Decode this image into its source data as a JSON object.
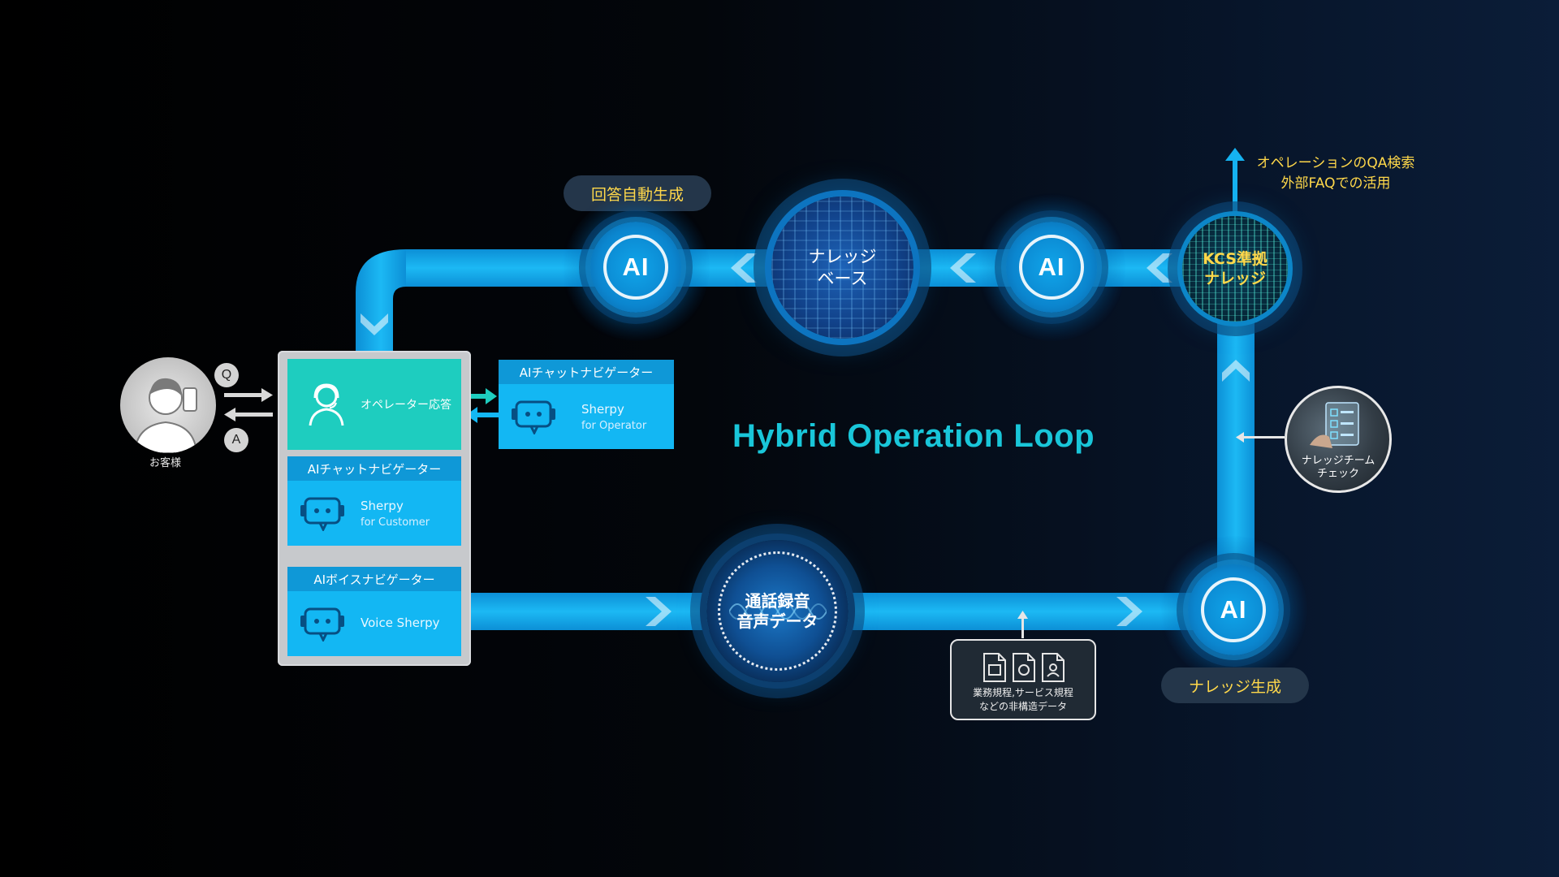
{
  "title": "Hybrid Operation Loop",
  "customer": {
    "label": "お客様",
    "q": "Q",
    "a": "A"
  },
  "operator_panel": {
    "operator_label": "オペレーター応答",
    "chat_nav_customer_head": "AIチャットナビゲーター",
    "sherpy_customer_name": "Sherpy",
    "sherpy_customer_sub": "for Customer",
    "voice_nav_head": "AIボイスナビゲーター",
    "voice_sherpy_name": "Voice Sherpy"
  },
  "operator_nav": {
    "head": "AIチャットナビゲーター",
    "name": "Sherpy",
    "sub": "for Operator"
  },
  "nodes": {
    "ai_label": "AI",
    "answer_auto": "回答自動生成",
    "knowledge_base_line1": "ナレッジ",
    "knowledge_base_line2": "ベース",
    "kcs_line1": "KCS準拠",
    "kcs_line2": "ナレッジ",
    "voice_line1": "通話録音",
    "voice_line2": "音声データ",
    "knowledge_gen": "ナレッジ生成"
  },
  "external": {
    "line1": "オペレーションのQA検索",
    "line2": "外部FAQでの活用"
  },
  "team": {
    "line1": "ナレッジチーム",
    "line2": "チェック"
  },
  "docs": {
    "line1": "業務規程,サービス規程",
    "line2": "などの非構造データ"
  },
  "colors": {
    "loop": "#15b2f0",
    "loop_dark": "#0e8fd0",
    "accent_yellow": "#ffd84a",
    "title": "#19c6d9",
    "operator_green": "#1ecdbf"
  }
}
